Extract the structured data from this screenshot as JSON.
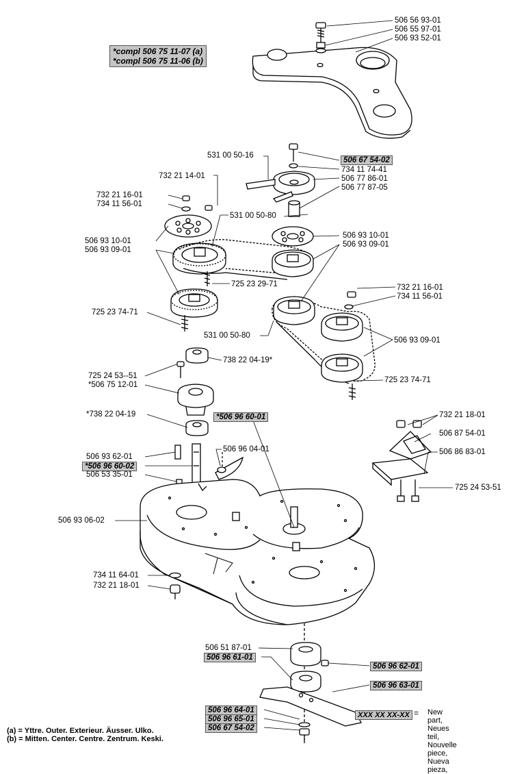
{
  "compl": [
    "*compl 506 75 11-07 (a)",
    "*compl 506 75 11-06 (b)"
  ],
  "labels": {
    "p_506_56_93_01": "506 56 93-01",
    "p_506_55_97_01": "506 55 97-01",
    "p_506_93_52_01": "506 93 52-01",
    "p_531_00_50_16": "531 00 50-16",
    "p_506_67_54_02_top": "506 67 54-02",
    "p_734_11_74_41": "734 11 74-41",
    "p_506_77_86_01": "506 77 86-01",
    "p_506_77_87_05": "506 77 87-05",
    "p_732_21_14_01": "732 21 14-01",
    "p_732_21_16_01_left": "732 21 16-01",
    "p_734_11_56_01_left": "734 11 56-01",
    "p_531_00_50_80_top": "531 00 50-80",
    "p_506_93_10_01_left": "506 93 10-01",
    "p_506_93_09_01_left": "506 93 09-01",
    "p_506_93_10_01_right": "506 93 10-01",
    "p_506_93_09_01_right": "506 93 09-01",
    "p_725_23_29_71": "725 23 29-71",
    "p_732_21_16_01_right": "732 21 16-01",
    "p_734_11_56_01_right": "734 11 56-01",
    "p_725_23_74_71_left": "725 23 74-71",
    "p_531_00_50_80_mid": "531 00 50-80",
    "p_506_93_09_01_mid": "506 93 09-01",
    "p_738_22_04_19": "738 22 04-19*",
    "p_725_24_53_51_left": "725 24 53--51",
    "p_506_75_12_01": "*506 75 12-01",
    "p_725_23_74_71_right": "725 23 74-71",
    "p_506_96_60_01": "*506 96 60-01",
    "p_738_22_04_19b": "*738 22 04-19",
    "p_732_21_18_01_right": "732 21 18-01",
    "p_506_87_54_01": "506 87 54-01",
    "p_506_96_04_01": "506 96 04-01",
    "p_506_93_62_01": "506 93 62-01",
    "p_506_96_60_02": "*506 96 60-02",
    "p_506_53_35_01": "506 53 35-01",
    "p_506_86_83_01": "506 86 83-01",
    "p_725_24_53_51_right": "725 24 53-51",
    "p_506_93_06_02": "506 93 06-02",
    "p_734_11_64_01": "734 11 64-01",
    "p_732_21_18_01_left": "732 21 18-01",
    "p_506_51_87_01": "506 51 87-01",
    "p_506_96_61_01": "506 96 61-01",
    "p_506_96_62_01": "506 96 62-01",
    "p_506_96_63_01": "506 96 63-01",
    "p_506_96_64_01": "506 96 64-01",
    "p_506_96_65_01": "506 96 65-01",
    "p_506_67_54_02_bottom": "506 67 54-02"
  },
  "legend": {
    "a": "(a) = Yttre. Outer. Exterieur. Äusser. Ulko.",
    "b": "(b) = Mitten. Center. Centre. Zentrum. Keski."
  },
  "new_part": {
    "code": "XXX XX XX-XX",
    "eq": "=",
    "lines": [
      "New part,",
      "Neues teil,",
      "Nouvelle piece,",
      "Nueva pieza,"
    ]
  }
}
